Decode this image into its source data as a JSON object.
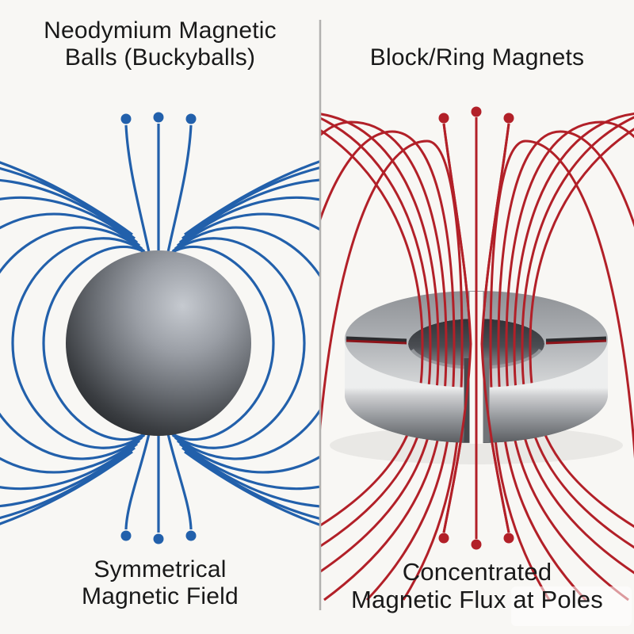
{
  "left_panel": {
    "title": "Neodymium Magnetic\nBalls (Buckyballs)",
    "caption": "Symmetrical\nMagnetic Field",
    "magnet": "dark steel sphere",
    "field_line_color": "#2260ab"
  },
  "right_panel": {
    "title": "Block/Ring Magnets",
    "caption": "Concentrated\nMagnetic Flux at Poles",
    "magnet": "split metallic ring magnet",
    "field_line_color": "#b22028"
  },
  "colors": {
    "background": "#f8f7f4",
    "text": "#191919",
    "blue_field": "#2260ab",
    "red_field": "#b22028",
    "ring_seam_red": "#6f1015",
    "divider_gray": "#b2b1af",
    "sphere_dark": "#1d1f22",
    "ring_metal_light": "#edeeee",
    "ring_metal_dark": "#5a5d61"
  }
}
